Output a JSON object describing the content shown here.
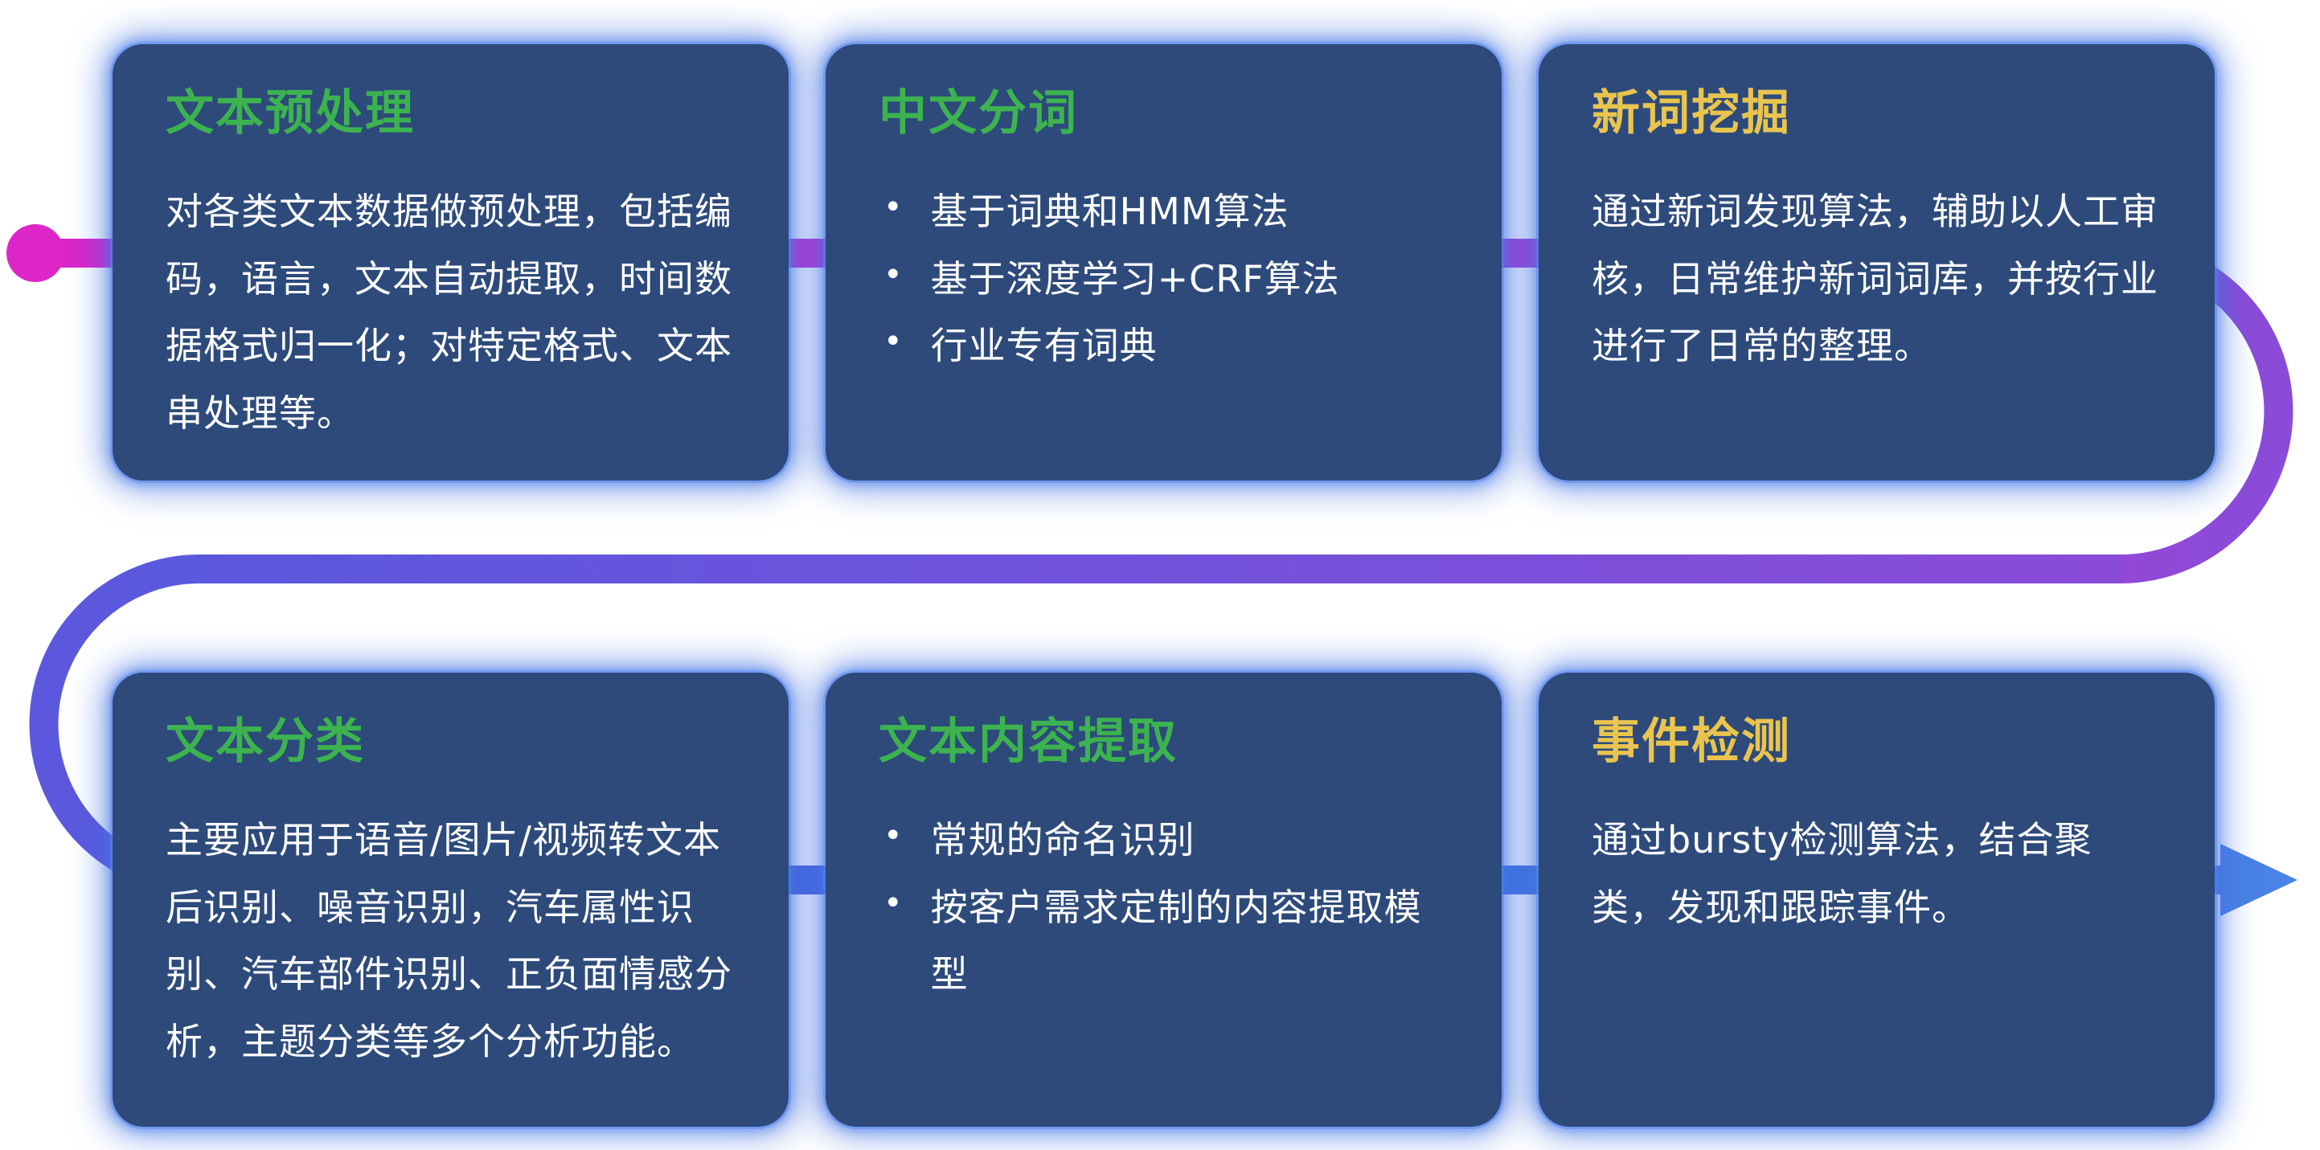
{
  "colors": {
    "card_bg": "#2d4a7b",
    "card_glow": "#3e6fe0",
    "title_green": "#3cb34f",
    "title_yellow": "#e9c44e",
    "body_text": "#ffffff",
    "path_magenta": "#dc26c8",
    "path_magenta_purple": "#b93bd2",
    "path_purple": "#8a4bd8",
    "path_indigo": "#5b58dd",
    "path_blue": "#4070dd",
    "path_blue_light": "#4b82e6"
  },
  "cards": [
    {
      "id": "text-preprocessing",
      "title": "文本预处理",
      "title_color": "green",
      "body": "对各类文本数据做预处理，包括编码，语言，文本自动提取，时间数据格式归一化；对特定格式、文本串处理等。"
    },
    {
      "id": "chinese-word-segmentation",
      "title": "中文分词",
      "title_color": "green",
      "bullets": [
        "基于词典和HMM算法",
        "基于深度学习+CRF算法",
        "行业专有词典"
      ]
    },
    {
      "id": "new-word-mining",
      "title": "新词挖掘",
      "title_color": "yellow",
      "body": "通过新词发现算法，辅助以人工审核，日常维护新词词库，并按行业进行了日常的整理。"
    },
    {
      "id": "text-classification",
      "title": "文本分类",
      "title_color": "green",
      "body": "主要应用于语音/图片/视频转文本后识别、噪音识别，汽车属性识别、汽车部件识别、正负面情感分析，主题分类等多个分析功能。"
    },
    {
      "id": "text-content-extraction",
      "title": "文本内容提取",
      "title_color": "green",
      "bullets": [
        "常规的命名识别",
        "按客户需求定制的内容提取模型"
      ]
    },
    {
      "id": "event-detection",
      "title": "事件检测",
      "title_color": "yellow",
      "body": "通过bursty检测算法，结合聚类，发现和跟踪事件。"
    }
  ],
  "bullet_glyph": "•"
}
